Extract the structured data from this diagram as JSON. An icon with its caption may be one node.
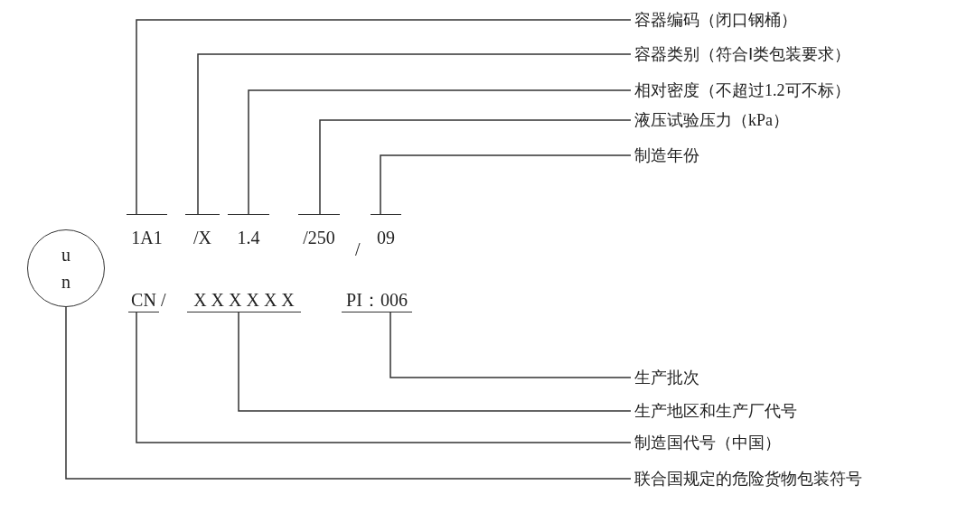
{
  "diagram": {
    "nodes": [
      {
        "text": [
          "容器编码（闭口钢桶）"
        ]
      },
      {
        "text": [
          "容器类别（符合Ⅰ类包装要求）"
        ]
      },
      {
        "text": [
          "相对密度（不超过1.2可不标）"
        ]
      },
      {
        "text": [
          "液压试验压力（kPa）"
        ]
      },
      {
        "text": [
          "制造年份"
        ]
      },
      {
        "text": [
          "1A1"
        ]
      },
      {
        "text": [
          "/X"
        ]
      },
      {
        "text": [
          "1.4"
        ]
      },
      {
        "text": [
          "/250"
        ]
      },
      {
        "text": [
          "09"
        ]
      },
      {
        "text": [
          "u",
          "n"
        ]
      },
      {
        "text": [
          "CN"
        ]
      },
      {
        "text": [
          "X X X X X X"
        ]
      },
      {
        "text": [
          "PI：006"
        ]
      },
      {
        "text": [
          "生产批次"
        ]
      },
      {
        "text": [
          "生产地区和生产厂代号"
        ]
      },
      {
        "text": [
          "制造国代号（中国）"
        ]
      },
      {
        "text": [
          "联合国规定的危险货物包装符号"
        ]
      }
    ],
    "edges": [
      {
        "from": 0,
        "to": 5,
        "arrow": "none"
      },
      {
        "from": 1,
        "to": 6,
        "arrow": "none"
      },
      {
        "from": 2,
        "to": 7,
        "arrow": "none"
      },
      {
        "from": 3,
        "to": 8,
        "arrow": "none"
      },
      {
        "from": 4,
        "to": 9,
        "arrow": "none"
      },
      {
        "from": 14,
        "to": 13,
        "arrow": "none"
      },
      {
        "from": 15,
        "to": 12,
        "arrow": "none"
      },
      {
        "from": 16,
        "to": 11,
        "arrow": "none"
      },
      {
        "from": 17,
        "to": 10,
        "arrow": "none"
      }
    ],
    "labels": [
      "/",
      "/"
    ]
  }
}
